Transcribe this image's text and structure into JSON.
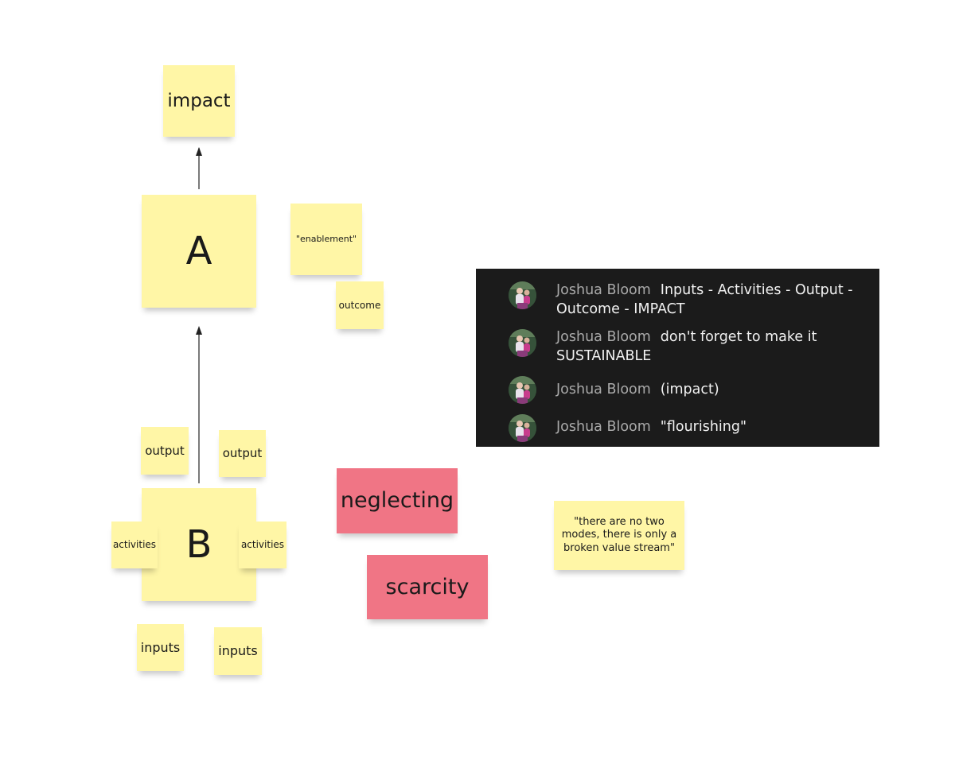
{
  "stickies": {
    "impact": "impact",
    "a": "A",
    "enablement": "\"enablement\"",
    "outcome": "outcome",
    "output_1": "output",
    "output_2": "output",
    "b": "B",
    "activities_left": "activities",
    "activities_right": "activities",
    "inputs_1": "inputs",
    "inputs_2": "inputs",
    "neglecting": "neglecting",
    "scarcity": "scarcity",
    "quote": "\"there are no two modes, there is only a broken value stream\""
  },
  "colors": {
    "sticky_yellow": "#fff6a6",
    "sticky_pink": "#f07585",
    "chat_background": "#1b1b1b",
    "chat_name": "#a9a9a9",
    "chat_text": "#f2f2f2"
  },
  "chat": {
    "messages": [
      {
        "author": "Joshua Bloom",
        "text": "Inputs - Activities - Output - Outcome - IMPACT"
      },
      {
        "author": "Joshua Bloom",
        "text": "don't forget to make it SUSTAINABLE"
      },
      {
        "author": "Joshua Bloom",
        "text": "(impact)"
      },
      {
        "author": "Joshua Bloom",
        "text": "\"flourishing\""
      }
    ]
  }
}
